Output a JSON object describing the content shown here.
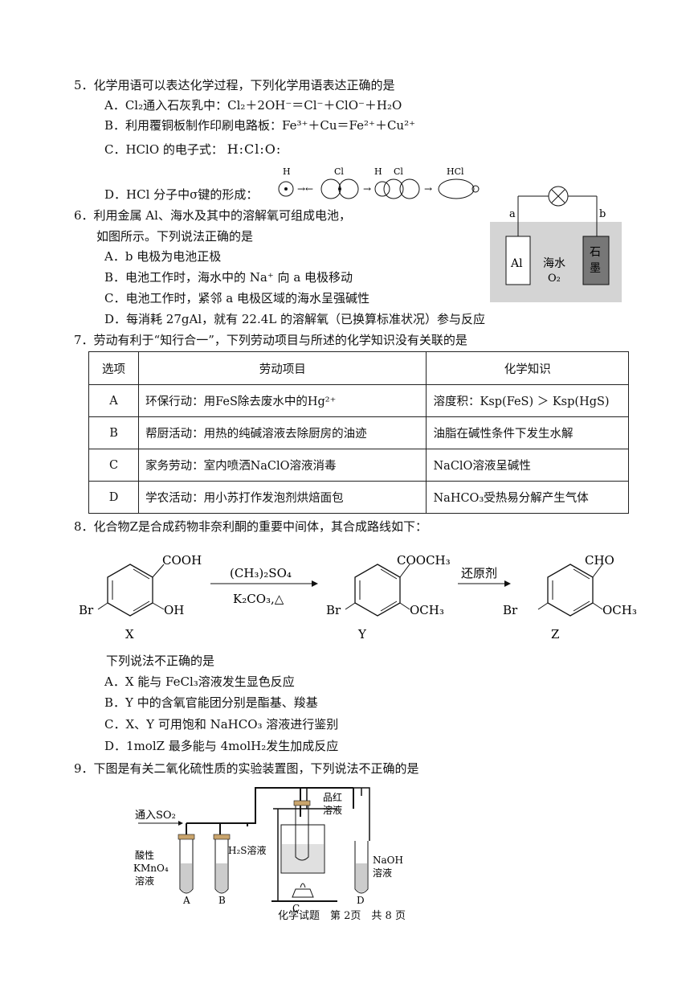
{
  "q5": {
    "stem": "5．化学用语可以表达化学过程，下列化学用语表达正确的是",
    "A": "A．Cl₂通入石灰乳中：Cl₂＋2OH⁻＝Cl⁻＋ClO⁻＋H₂O",
    "B": "B．利用覆铜板制作印刷电路板：Fe³⁺＋Cu＝Fe²⁺＋Cu²⁺",
    "C_label": "C．HClO 的电子式：",
    "C_formula": "H:Cl:O:",
    "D_label": "D．HCl 分子中σ键的形成：",
    "D_labels": [
      "H",
      "Cl",
      "H",
      "Cl",
      "HCl"
    ]
  },
  "q6": {
    "stem1": "6．利用金属 Al、海水及其中的溶解氧可组成电池，",
    "stem2": "如图所示。下列说法正确的是",
    "A": "A．b 电极为电池正极",
    "B": "B．电池工作时，海水中的 Na⁺ 向 a 电极移动",
    "C": "C．电池工作时，紧邻 a 电极区域的海水呈强碱性",
    "D": "D．每消耗 27gAl，就有 22.4L 的溶解氧（已换算标准状况）参与反应",
    "fig": {
      "a": "a",
      "b": "b",
      "al": "Al",
      "water1": "海水",
      "water2": "O₂",
      "graphite1": "石",
      "graphite2": "墨"
    }
  },
  "q7": {
    "stem": "7．劳动有利于“知行合一”，下列劳动项目与所述的化学知识没有关联的是",
    "headers": [
      "选项",
      "劳动项目",
      "化学知识"
    ],
    "rows": [
      [
        "A",
        "环保行动：用FeS除去废水中的Hg²⁺",
        "溶度积：Ksp(FeS) ＞ Ksp(HgS)"
      ],
      [
        "B",
        "帮厨活动：用热的纯碱溶液去除厨房的油迹",
        "油脂在碱性条件下发生水解"
      ],
      [
        "C",
        "家务劳动：室内喷洒NaClO溶液消毒",
        "NaClO溶液呈碱性"
      ],
      [
        "D",
        "学农活动：用小苏打作发泡剂烘焙面包",
        "NaHCO₃受热易分解产生气体"
      ]
    ]
  },
  "q8": {
    "stem": "8．化合物Z是合成药物非奈利酮的重要中间体，其合成路线如下：",
    "scheme": {
      "x_top": "COOH",
      "x_oh": "OH",
      "br": "Br",
      "y_top": "COOCH₃",
      "y_sub": "OCH₃",
      "z_top": "CHO",
      "z_sub": "OCH₃",
      "reagent1_top": "(CH₃)₂SO₄",
      "reagent1_bottom": "K₂CO₃,△",
      "reagent2": "还原剂",
      "labels": [
        "X",
        "Y",
        "Z"
      ]
    },
    "sub": "下列说法不正确的是",
    "A": "A．X 能与 FeCl₃溶液发生显色反应",
    "B": "B．Y 中的含氧官能团分别是酯基、羧基",
    "C": "C．X、Y 可用饱和 NaHCO₃ 溶液进行鉴别",
    "D": "D．1molZ 最多能与 4molH₂发生加成反应"
  },
  "q9": {
    "stem": "9．下图是有关二氧化硫性质的实验装置图，下列说法不正确的是",
    "fig": {
      "inlet": "通入SO₂",
      "a1": "酸性",
      "a2": "KMnO₄",
      "a3": "溶液",
      "b1": "H₂S溶液",
      "c1": "品红",
      "c2": "溶液",
      "d1": "NaOH",
      "d2": "溶液",
      "labels": [
        "A",
        "B",
        "C",
        "D"
      ]
    }
  },
  "footer": "化学试题　第 2页　共 8 页"
}
